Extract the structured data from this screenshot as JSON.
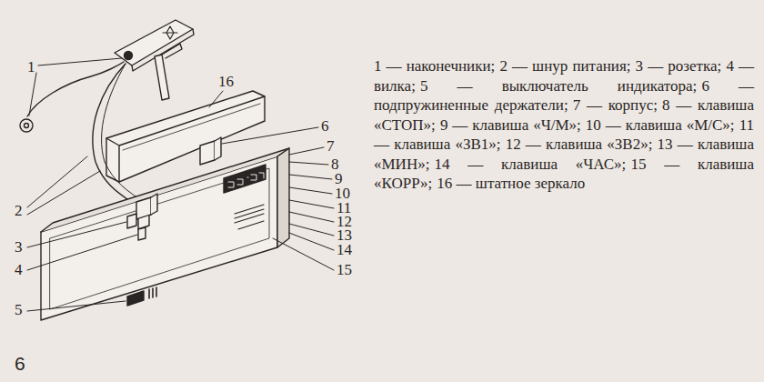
{
  "diagram": {
    "labels": [
      "1",
      "2",
      "3",
      "4",
      "5",
      "6",
      "7",
      "8",
      "9",
      "10",
      "11",
      "12",
      "13",
      "14",
      "15",
      "16",
      "1 — наконечники;",
      "2 — шнур питания;",
      "3 — розетка;",
      "4 — вилка;",
      "5 — выключатель индикатора;",
      "6 — подпружиненные держатели;",
      "7 — корпус;",
      "8 — клавиша «СТОП»;",
      "9 — клавиша «Ч/М»;",
      "10 — клавиша «М/С»;",
      "11 — клавиша «ЗВ1»;",
      "12 — клавиша «ЗВ2»;",
      "13 — клавиша «МИН»;",
      "14 — клавиша «ЧАС»;",
      "15 — клавиша «КОРР»;",
      "16 — штатное зеркало",
      "6"
    ]
  }
}
